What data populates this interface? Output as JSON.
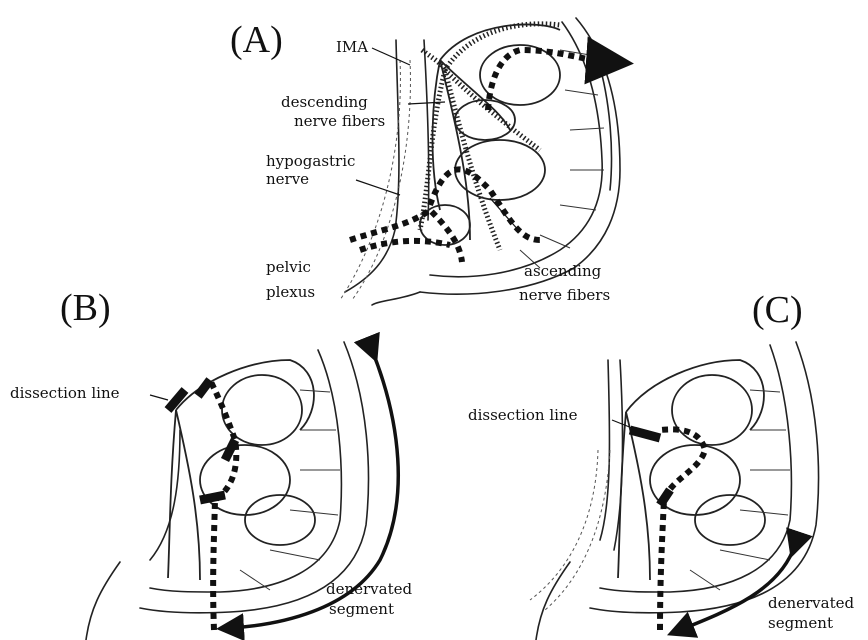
{
  "panels": {
    "a": {
      "letter": "(A)",
      "labels": {
        "ima": "IMA",
        "descending_1": "descending",
        "descending_2": "nerve fibers",
        "hypogastric_1": "hypogastric",
        "hypogastric_2": "nerve",
        "pelvic_1": "pelvic",
        "pelvic_2": "plexus",
        "ascending_1": "ascending",
        "ascending_2": "nerve fibers"
      }
    },
    "b": {
      "letter": "(B)",
      "labels": {
        "dissection": "dissection line",
        "denervated_1": "denervated",
        "denervated_2": "segment"
      }
    },
    "c": {
      "letter": "(C)",
      "labels": {
        "dissection": "dissection line",
        "denervated_1": "denervated",
        "denervated_2": "segment"
      }
    }
  }
}
